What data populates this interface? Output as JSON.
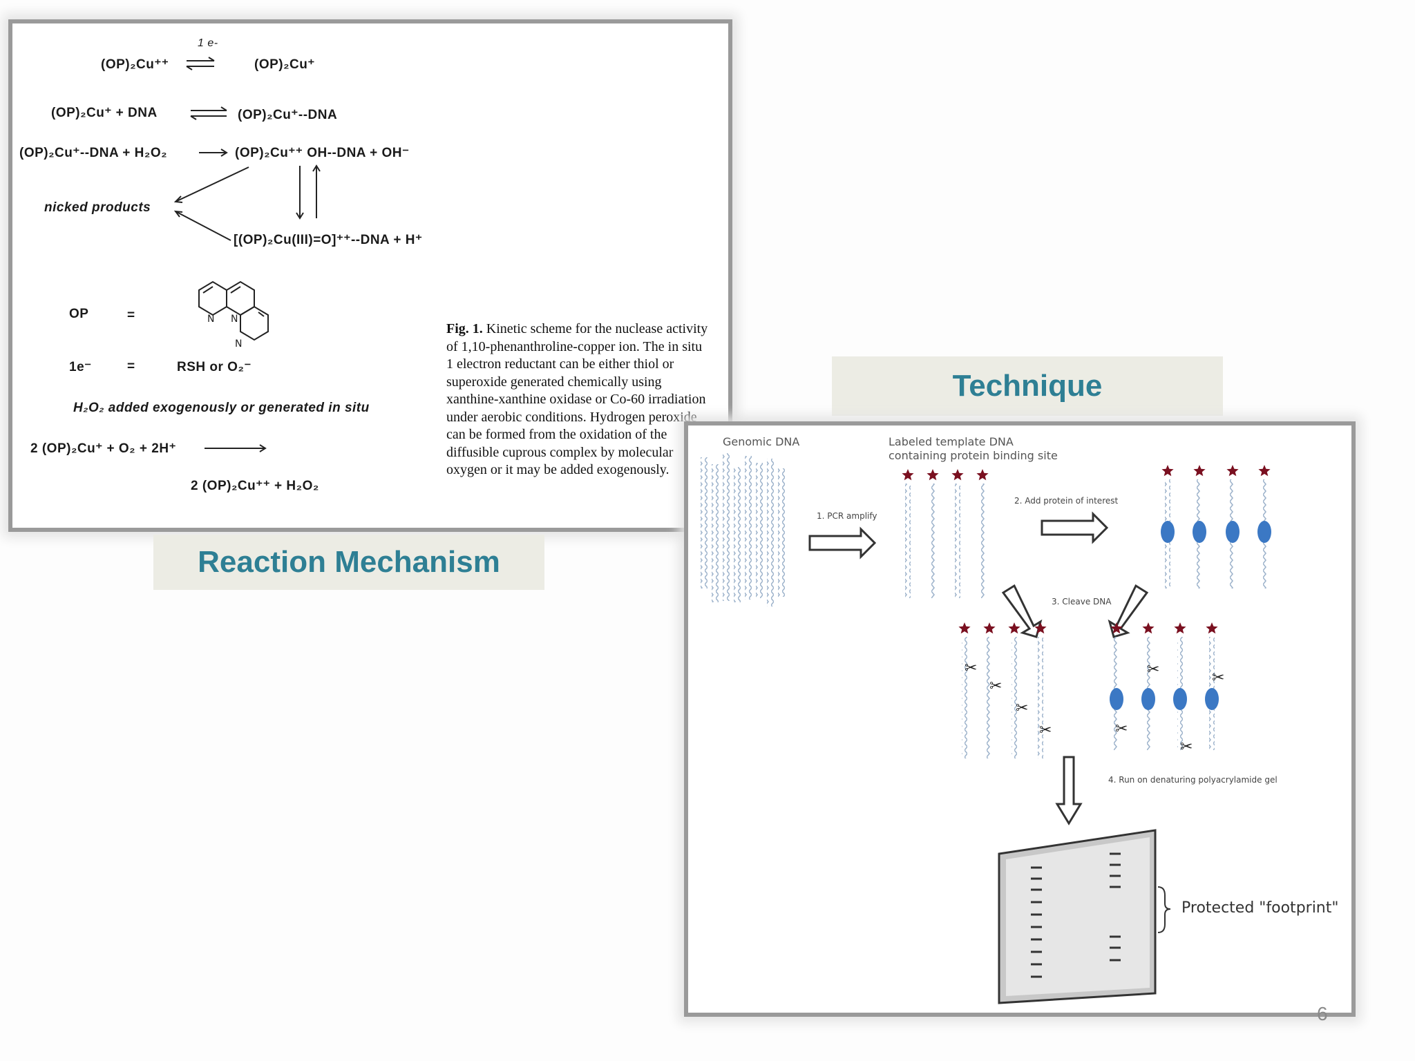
{
  "mechanism": {
    "caption": "Reaction Mechanism",
    "lines": {
      "l1_label": "1 e-",
      "l1_left": "(OP)₂Cu⁺⁺",
      "l1_right": "(OP)₂Cu⁺",
      "l2_left": "(OP)₂Cu⁺ + DNA",
      "l2_right": "(OP)₂Cu⁺--DNA",
      "l3_left": "(OP)₂Cu⁺--DNA + H₂O₂",
      "l3_right": "(OP)₂Cu⁺⁺ OH--DNA + OH⁻",
      "nicked": "nicked products",
      "l4_right": "[(OP)₂Cu(III)=O]⁺⁺--DNA + H⁺",
      "op_label": "OP",
      "op_eq": "=",
      "e_label": "1e⁻",
      "e_eq": "=",
      "e_val": "RSH or O₂⁻",
      "h2o2_note": "H₂O₂ added exogenously or generated in situ",
      "l5_left": "2 (OP)₂Cu⁺ + O₂ + 2H⁺",
      "l6": "2 (OP)₂Cu⁺⁺ + H₂O₂"
    },
    "figure_caption": {
      "bold": "Fig. 1.",
      "text": "Kinetic scheme for the nuclease activity of 1,10-phenanthroline-copper ion. The in situ 1 electron reductant can be either thiol or superoxide generated chemically using xanthine-xanthine oxidase or Co-60 irradiation under aerobic conditions. Hydrogen peroxide can be formed from the oxidation of the diffusible cuprous complex by molecular oxygen or it may be added exogenously."
    }
  },
  "technique": {
    "caption": "Technique",
    "genomic_dna": "Genomic DNA",
    "labeled_template": "Labeled template DNA",
    "containing_site": "containing protein binding site",
    "step1": "1. PCR amplify",
    "step2": "2. Add protein of interest",
    "step3": "3. Cleave DNA",
    "step4": "4. Run on denaturing polyacrylamide gel",
    "footprint": "Protected \"footprint\""
  },
  "page_number": "6",
  "colors": {
    "caption_text": "#2e7f94",
    "caption_bg": "#ecece4",
    "star": "#7a1020",
    "protein": "#3b78c4",
    "dna": "#9fb4cc"
  }
}
